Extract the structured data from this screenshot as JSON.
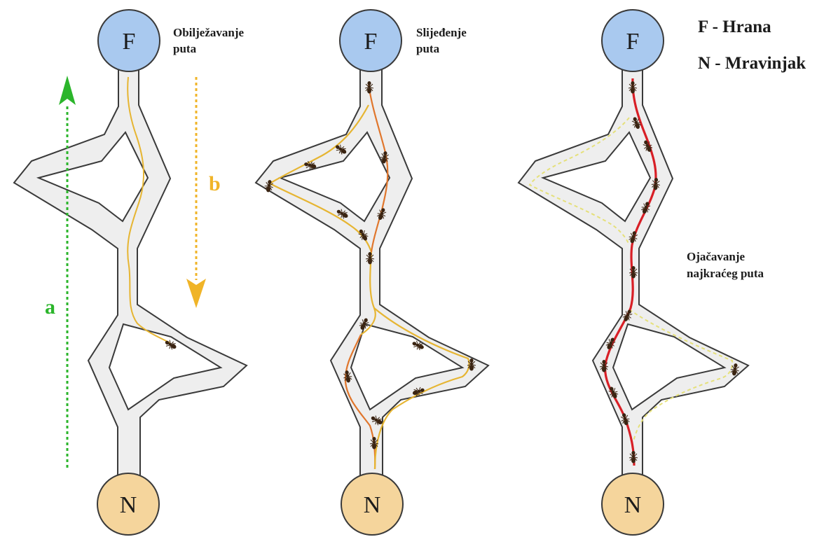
{
  "legend": {
    "food": "F - Hrana",
    "nest": "N - Mravinjak"
  },
  "panels": [
    {
      "caption_line1": "Obilježavanje",
      "caption_line2": "puta",
      "food_label": "F",
      "nest_label": "N"
    },
    {
      "caption_line1": "Slijeđenje",
      "caption_line2": "puta",
      "food_label": "F",
      "nest_label": "N"
    },
    {
      "caption_line1": "Ojačavanje",
      "caption_line2": "najkraćeg puta",
      "food_label": "F",
      "nest_label": "N"
    }
  ],
  "arrows": {
    "up_label": "a",
    "down_label": "b"
  },
  "colors": {
    "food_node": "#a9c9ef",
    "nest_node": "#f5d59c",
    "corridor": "#eeeeee",
    "corridor_outline": "#3a3a3a",
    "arrow_up": "#2bb52b",
    "arrow_down": "#f0b428",
    "trail_yellow": "#e6b532",
    "trail_orange": "#e0762c",
    "trail_red": "#d81f26",
    "ant": "#3a2412"
  },
  "icons": {
    "ant": "ant-icon"
  }
}
